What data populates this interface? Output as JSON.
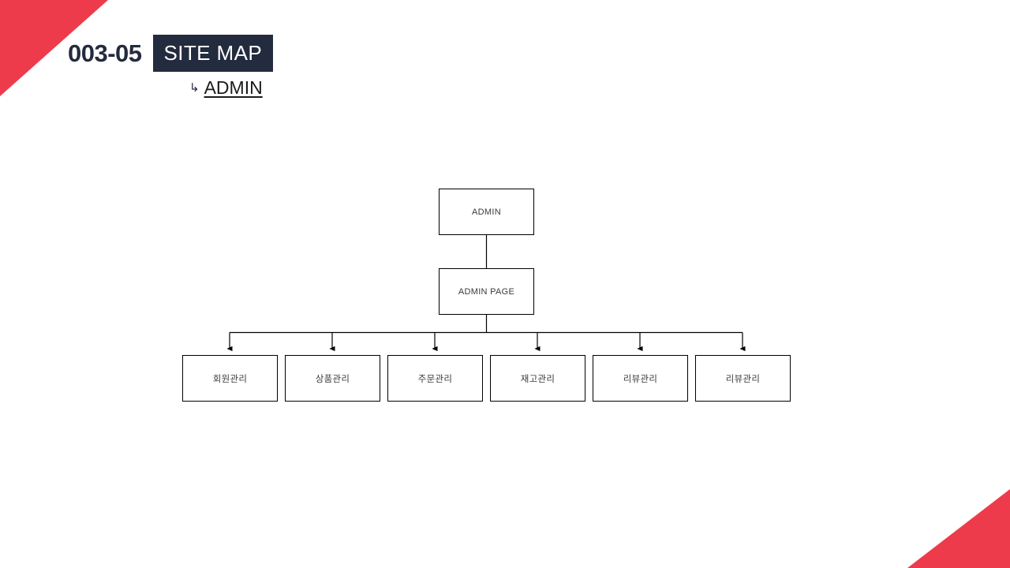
{
  "slide": {
    "number": "003-05",
    "title": "SITE MAP",
    "subtitle_arrow": "↳",
    "subtitle": "ADMIN",
    "accent_red": "#ee3b4b",
    "accent_navy": "#232b3e"
  },
  "diagram": {
    "root": {
      "label": "ADMIN"
    },
    "level2": {
      "label": "ADMIN PAGE"
    },
    "leaves": [
      {
        "label": "회원관리"
      },
      {
        "label": "상품관리"
      },
      {
        "label": "주문관리"
      },
      {
        "label": "재고관리"
      },
      {
        "label": "리뷰관리"
      },
      {
        "label": "리뷰관리"
      }
    ]
  }
}
